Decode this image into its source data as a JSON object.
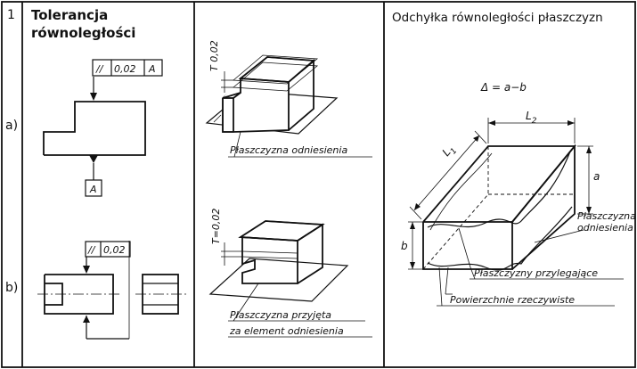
{
  "header": {
    "index": "1",
    "title_line1": "Tolerancja",
    "title_line2": "równoległości",
    "deviation_title": "Odchyłka równoległości płaszczyzn"
  },
  "rows": [
    {
      "label": "a)"
    },
    {
      "label": "b)"
    }
  ],
  "row_a": {
    "frame_symbol": "//",
    "frame_tolerance": "0,02",
    "frame_datum": "A",
    "datum_letter": "A",
    "iso_tolerance_label": "T 0,02",
    "iso_caption": "Płaszczyzna odniesienia"
  },
  "row_b": {
    "frame_symbol": "//",
    "frame_tolerance": "0,02",
    "iso_tolerance_label": "T=0,02",
    "iso_caption_line1": "Płaszczyzna przyjęta",
    "iso_caption_line2": "za element odniesienia"
  },
  "deviation": {
    "formula": "Δ = a−b",
    "dim_l1": "L",
    "dim_l1_sub": "1",
    "dim_l2": "L",
    "dim_l2_sub": "2",
    "dim_a": "a",
    "dim_b": "b",
    "label_reference_line1": "Płaszczyzna",
    "label_reference_line2": "odniesienia",
    "label_adjacent": "Płaszczyzny przylegające",
    "label_real": "Powierzchnie rzeczywiste"
  }
}
